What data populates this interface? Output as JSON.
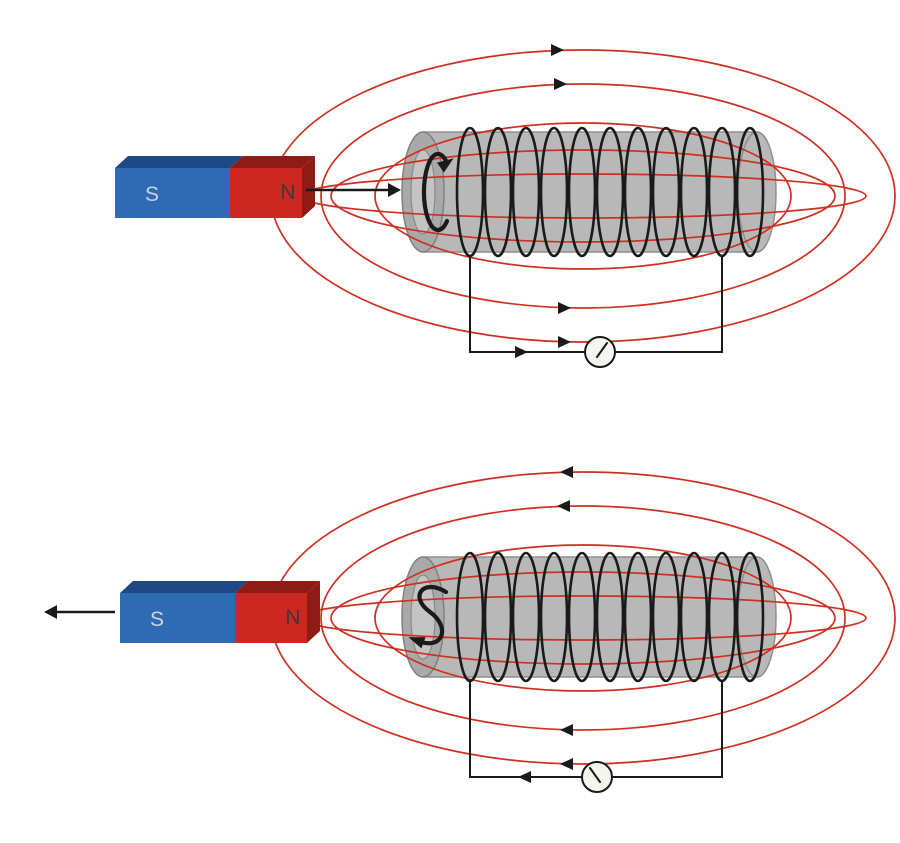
{
  "colors": {
    "field-red": "#cf2f21",
    "line-black": "#1a1a1a",
    "magnet-blue": "#2e6bb4",
    "magnet-blue-dark": "#1d4a86",
    "magnet-red": "#cc2720",
    "magnet-red-dark": "#8f1b15",
    "coil-gray": "#b8b8b8",
    "coil-cap-gray": "#a9a9a9",
    "coil-inner-gray": "#c4c4c4",
    "meter-face": "#f5f4ef"
  },
  "panels": [
    {
      "magnet": {
        "south_label": "S",
        "north_label": "N"
      }
    },
    {
      "magnet": {
        "south_label": "S",
        "north_label": "N"
      }
    }
  ]
}
